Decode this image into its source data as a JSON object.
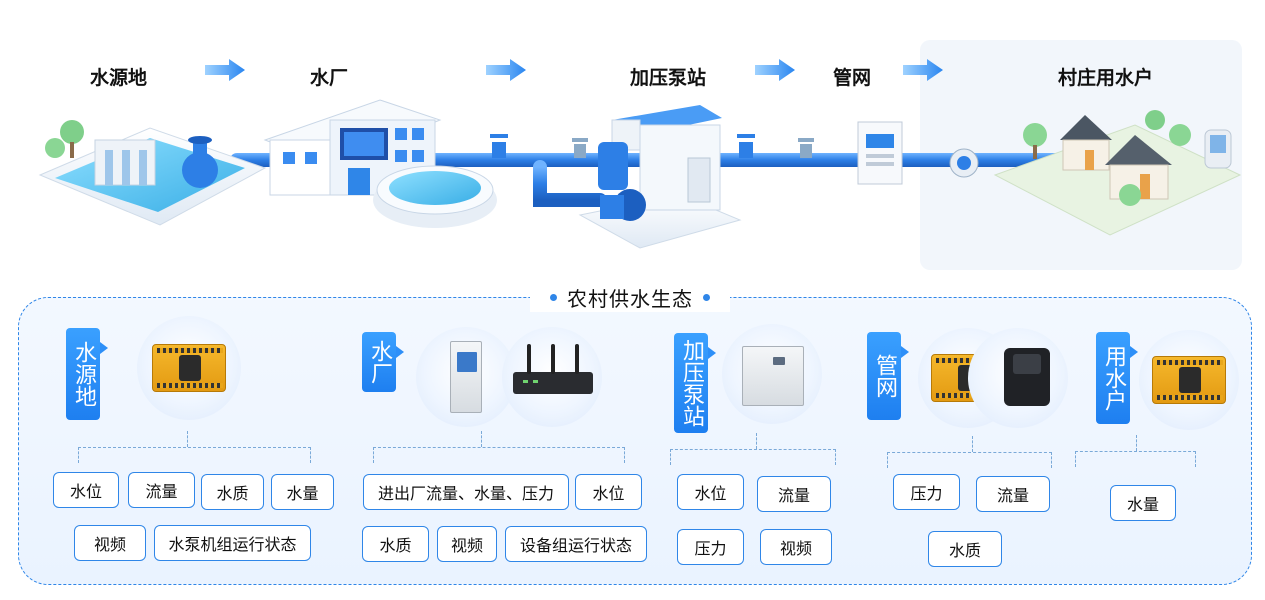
{
  "stages": [
    "水源地",
    "水厂",
    "加压泵站",
    "管网",
    "村庄用水户"
  ],
  "panel_title": "农村供水生态",
  "sections": [
    {
      "tag": "水源地",
      "items": [
        "水位",
        "流量",
        "水质",
        "水量",
        "视频",
        "水泵机组运行状态"
      ]
    },
    {
      "tag": "水厂",
      "items": [
        "进出厂流量、水量、压力",
        "水位",
        "水质",
        "视频",
        "设备组运行状态"
      ]
    },
    {
      "tag": "加压泵站",
      "items": [
        "水位",
        "流量",
        "压力",
        "视频"
      ]
    },
    {
      "tag": "管网",
      "items": [
        "压力",
        "流量",
        "水质"
      ]
    },
    {
      "tag": "用水户",
      "items": [
        "水量"
      ]
    }
  ],
  "colors": {
    "accent": "#2f86e8",
    "tag_bg": "#1e7ff0",
    "pipe": "#2d7fe6",
    "water": "#5cc6ee"
  }
}
